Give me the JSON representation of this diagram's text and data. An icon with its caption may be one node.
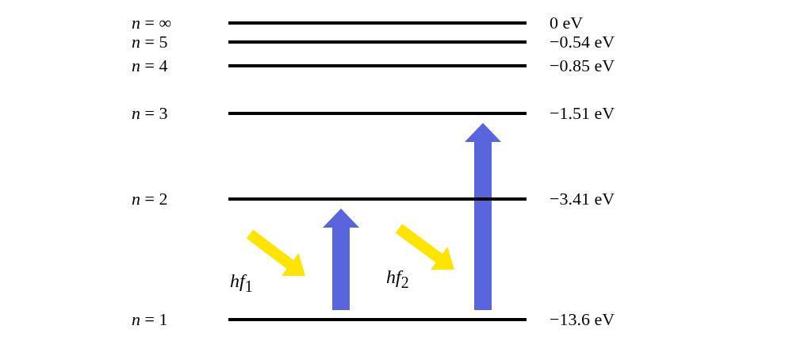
{
  "diagram": {
    "nodes": [
      {
        "text": [
          "*n* = ∞",
          "0 eV"
        ]
      },
      {
        "text": [
          "*n* = 5",
          "−0.54 eV"
        ]
      },
      {
        "text": [
          "*n* = 4",
          "−0.85 eV"
        ]
      },
      {
        "text": [
          "*n* = 3",
          "−1.51 eV"
        ]
      },
      {
        "text": [
          "*n* = 2",
          "−3.41 eV"
        ]
      },
      {
        "text": [
          "*n* = 1",
          "−13.6 eV"
        ]
      }
    ],
    "edges": [
      {
        "from": 5,
        "to": 4,
        "arrow": "to"
      },
      {
        "from": 5,
        "to": 3,
        "arrow": "to"
      }
    ],
    "labels": [
      "*hf*$_{1}$",
      "*hf*$_{2}$"
    ]
  }
}
